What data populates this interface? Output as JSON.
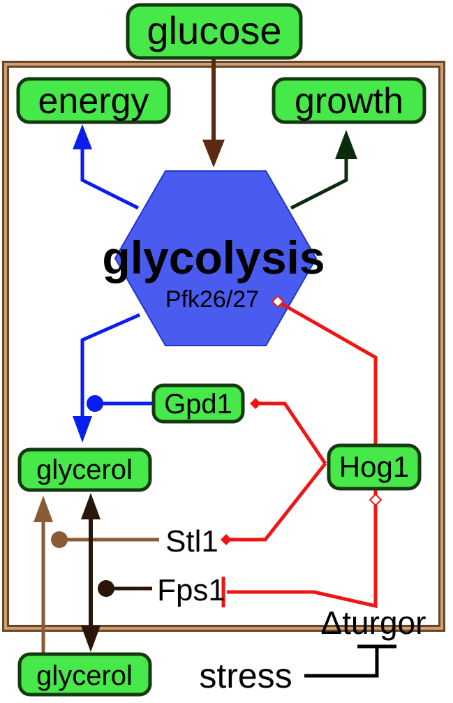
{
  "nodes": {
    "glucose": "glucose",
    "energy": "energy",
    "growth": "growth",
    "gpd1": "Gpd1",
    "glycerol_inside": "glycerol",
    "hog1": "Hog1",
    "glycerol_outside": "glycerol"
  },
  "glycolysis": {
    "title": "glycolysis",
    "subtitle": "Pfk26/27"
  },
  "labels": {
    "stl1": "Stl1",
    "fps1": "Fps1",
    "turgor": "Δturgor",
    "stress": "stress"
  },
  "colors": {
    "node_fill": "#47e84a",
    "hexagon": "#4a5cf0",
    "blue_edges": "#0a1ef0",
    "red_edges": "#f01414",
    "brown_edges": "#5a2a12",
    "growth_edge": "#0c2a0c",
    "cell_wall": "#8a6038"
  }
}
